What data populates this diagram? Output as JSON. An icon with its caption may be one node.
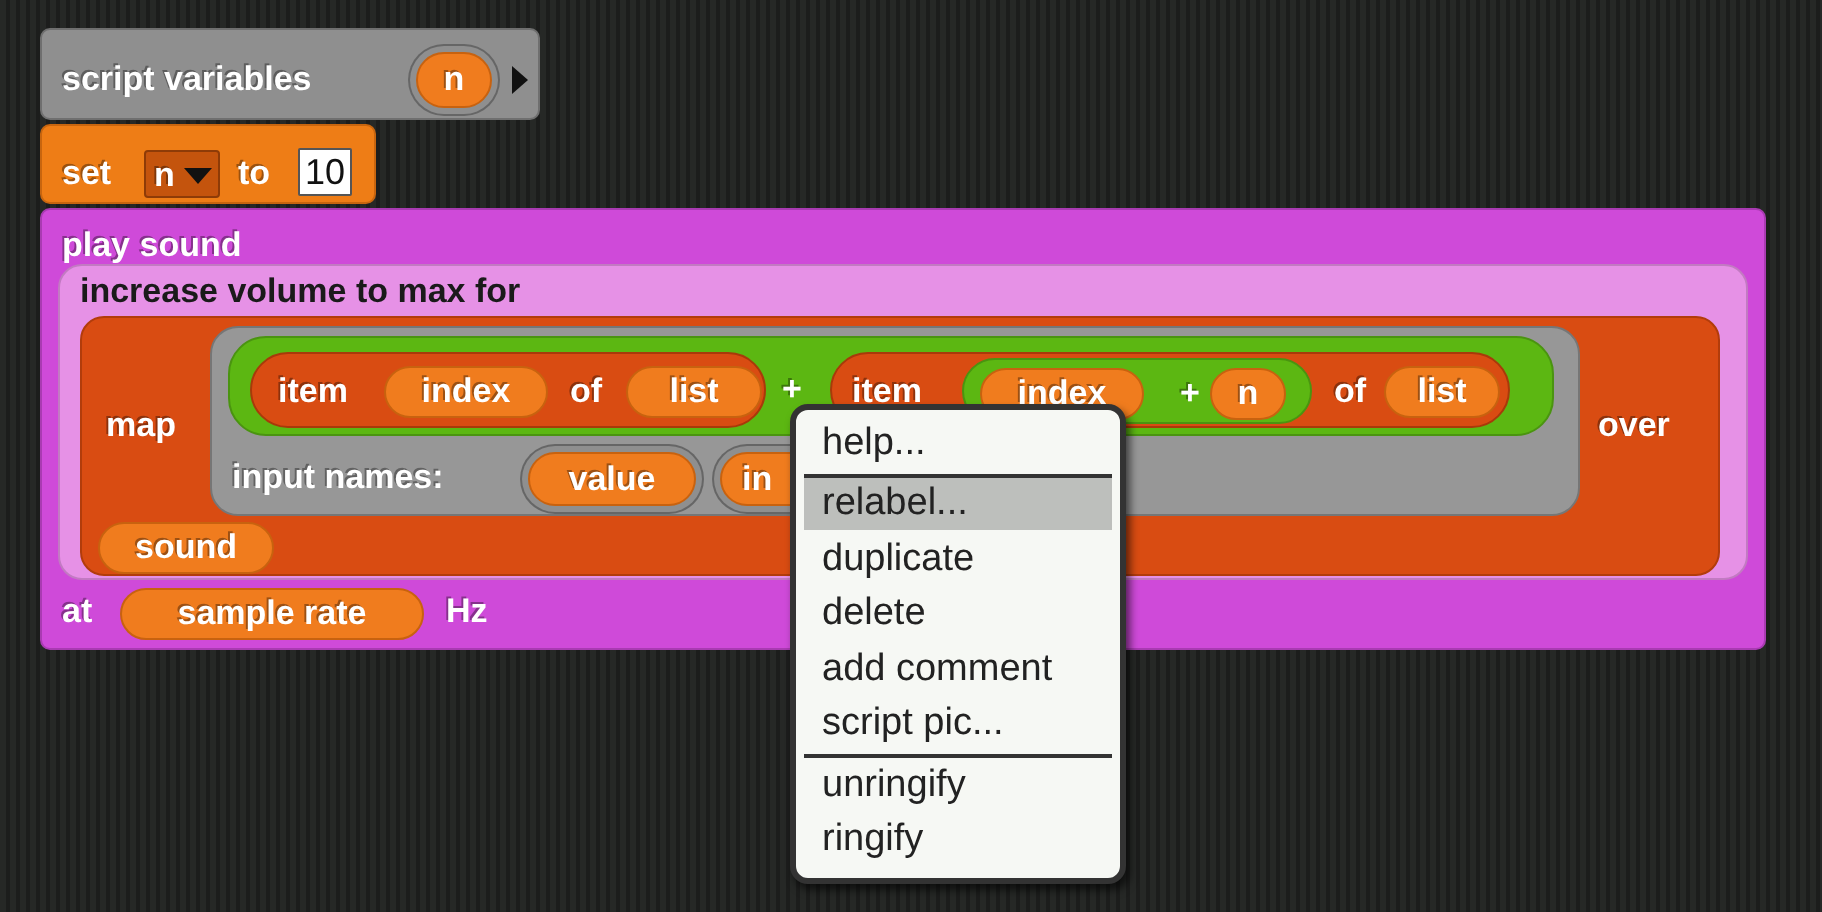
{
  "diagram": {
    "nodes": [
      {
        "text": [
          "script variables"
        ]
      },
      {
        "text": [
          "n"
        ],
        "in": 0
      },
      {
        "text": [
          "set",
          "to"
        ]
      },
      {
        "text": [
          "n"
        ],
        "in": 2
      },
      {
        "text": [
          "10"
        ],
        "in": 2
      },
      {
        "text": [
          "play sound",
          "at",
          "Hz"
        ]
      },
      {
        "text": [
          "increase volume to max for"
        ],
        "in": 5
      },
      {
        "text": [
          "map",
          "over"
        ],
        "in": 6
      },
      {
        "text": [
          "input names:"
        ],
        "in": 7
      },
      {
        "text": [
          "+"
        ],
        "in": 8
      },
      {
        "text": [
          "item",
          "of"
        ],
        "in": 9
      },
      {
        "text": [
          "index"
        ],
        "in": 10
      },
      {
        "text": [
          "list"
        ],
        "in": 10
      },
      {
        "text": [
          "item",
          "of"
        ],
        "in": 9
      },
      {
        "text": [
          "+"
        ],
        "in": 13
      },
      {
        "text": [
          "index"
        ],
        "in": 14
      },
      {
        "text": [
          "n"
        ],
        "in": 14
      },
      {
        "text": [
          "list"
        ],
        "in": 13
      },
      {
        "text": [
          "value"
        ],
        "in": 8
      },
      {
        "text": [
          "in"
        ],
        "in": 8
      },
      {
        "text": [
          "sound"
        ],
        "in": 7
      },
      {
        "text": [
          "sample rate"
        ],
        "in": 5
      },
      {
        "text": [
          "help...",
          "relabel...",
          "duplicate",
          "delete",
          "add comment",
          "script pic...",
          "unringify",
          "ringify"
        ]
      }
    ]
  }
}
